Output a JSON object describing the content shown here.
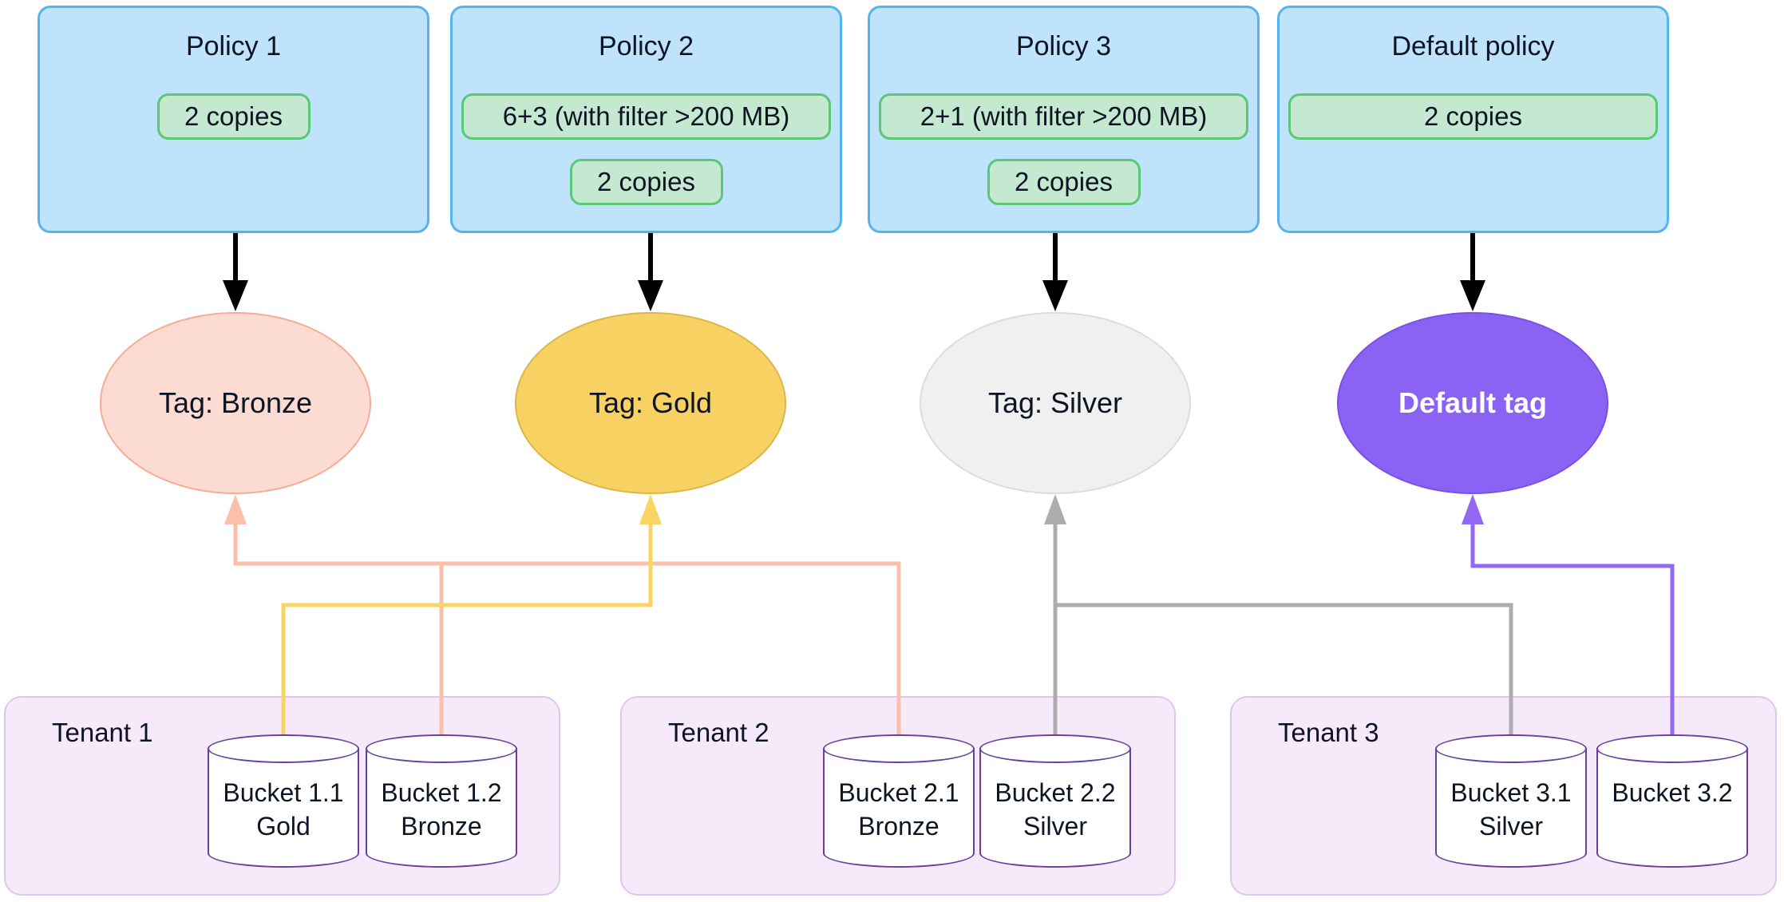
{
  "policies": [
    {
      "title": "Policy 1",
      "rules": [
        "2 copies"
      ]
    },
    {
      "title": "Policy 2",
      "rules": [
        "6+3 (with filter >200 MB)",
        "2 copies"
      ]
    },
    {
      "title": "Policy 3",
      "rules": [
        "2+1 (with filter >200 MB)",
        "2 copies"
      ]
    },
    {
      "title": "Default policy",
      "rules": [
        "2 copies"
      ]
    }
  ],
  "tags": [
    {
      "label": "Tag: Bronze",
      "fill": "#fcdcd2",
      "border": "#f6ac92"
    },
    {
      "label": "Tag: Gold",
      "fill": "#f7d263",
      "border": "#d9b84a"
    },
    {
      "label": "Tag: Silver",
      "fill": "#f0f0f0",
      "border": "#dcdcdc"
    },
    {
      "label": "Default tag",
      "fill": "#8a63f5",
      "border": "#7a50e8"
    }
  ],
  "tenants": [
    {
      "name": "Tenant 1",
      "buckets": [
        {
          "line1": "Bucket 1.1",
          "line2": "Gold"
        },
        {
          "line1": "Bucket 1.2",
          "line2": "Bronze"
        }
      ]
    },
    {
      "name": "Tenant 2",
      "buckets": [
        {
          "line1": "Bucket 2.1",
          "line2": "Bronze"
        },
        {
          "line1": "Bucket 2.2",
          "line2": "Silver"
        }
      ]
    },
    {
      "name": "Tenant 3",
      "buckets": [
        {
          "line1": "Bucket 3.1",
          "line2": "Silver"
        },
        {
          "line1": "Bucket 3.2",
          "line2": ""
        }
      ]
    }
  ],
  "colors": {
    "policy_fill": "#bfe3fb",
    "policy_border": "#55b4f0",
    "rule_pill_fill": "#c5e9d0",
    "rule_pill_border": "#5bc878",
    "tenant_fill": "#f6e9fa",
    "tenant_border": "#e0c6ec",
    "bucket_stroke": "#6a3fa0",
    "wire_bronze": "#fac0ac",
    "wire_gold": "#f8d462",
    "wire_silver": "#adadad",
    "wire_purple": "#9468f7",
    "policy_arrow": "#000000"
  }
}
